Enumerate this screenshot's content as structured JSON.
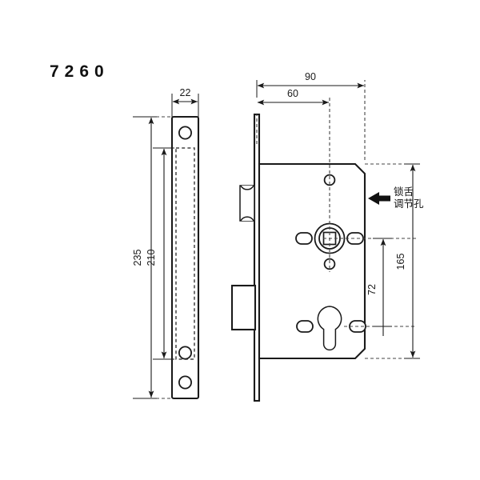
{
  "drawing": {
    "title": "7260",
    "units_implied": "mm",
    "views": [
      {
        "name": "faceplate-front-view",
        "label": ""
      },
      {
        "name": "lock-body-side-view",
        "label": ""
      }
    ]
  },
  "dimensions": {
    "faceplate_width": "22",
    "faceplate_total_height": "235",
    "faceplate_inner_height": "210",
    "body_total_width": "90",
    "body_backset": "60",
    "body_total_height": "165",
    "spindle_to_cylinder": "72"
  },
  "annotations": {
    "latch_adjust_hole": "锁舌调节孔"
  },
  "chart_data": {
    "type": "table",
    "title": "7260",
    "categories": [
      "22",
      "235",
      "210",
      "90",
      "60",
      "165",
      "72"
    ],
    "values": [
      22,
      235,
      210,
      90,
      60,
      165,
      72
    ],
    "xlabel": "",
    "ylabel": ""
  }
}
